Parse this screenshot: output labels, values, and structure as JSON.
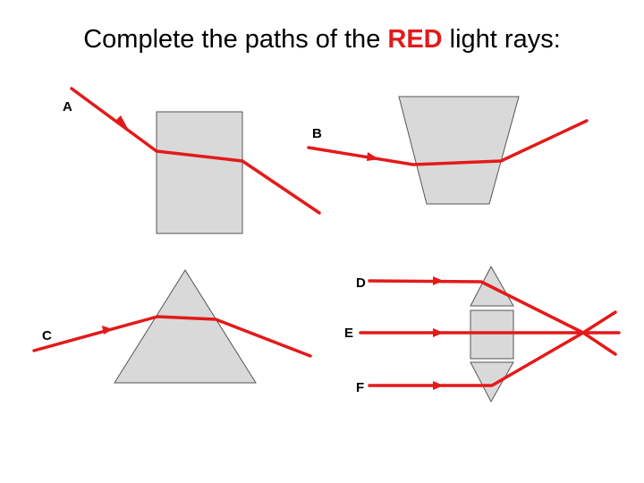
{
  "title": {
    "prefix": "Complete the paths of the ",
    "highlight": "RED",
    "suffix": " light rays:",
    "highlight_color": "#e31a1a"
  },
  "labels": {
    "a": "A",
    "b": "B",
    "c": "C",
    "d": "D",
    "e": "E",
    "f": "F"
  },
  "colors": {
    "ray": "#e31a1a",
    "glass_fill": "#d9d9d9",
    "glass_stroke": "#555555"
  }
}
